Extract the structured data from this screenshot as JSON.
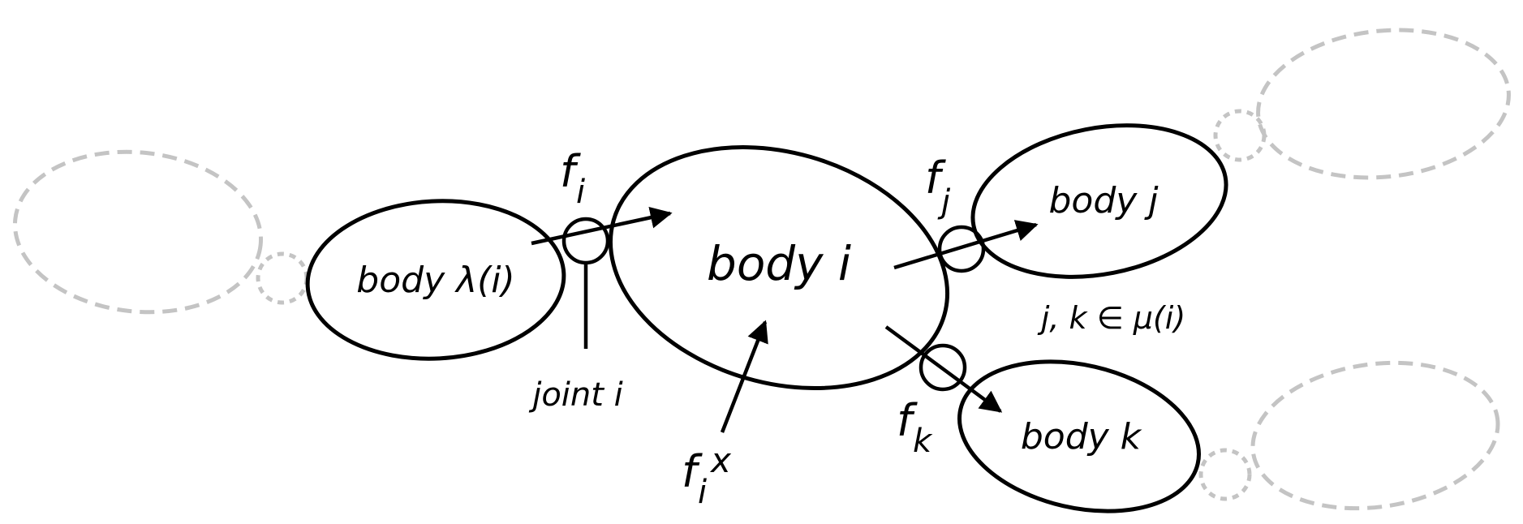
{
  "bodies": {
    "parent": "body λ(i)",
    "main": "body i",
    "child_j": "body j",
    "child_k": "body k"
  },
  "joint_label": "joint i",
  "forces": {
    "fi": {
      "base": "f",
      "sub": "i"
    },
    "fj": {
      "base": "f",
      "sub": "j"
    },
    "fk": {
      "base": "f",
      "sub": "k"
    },
    "fix": {
      "base": "f",
      "sub": "i",
      "sup": "x"
    }
  },
  "children_relation": "j, k ∈ μ(i)",
  "colors": {
    "stroke": "#000000",
    "ghost": "#c4c4c4",
    "background": "#ffffff"
  }
}
